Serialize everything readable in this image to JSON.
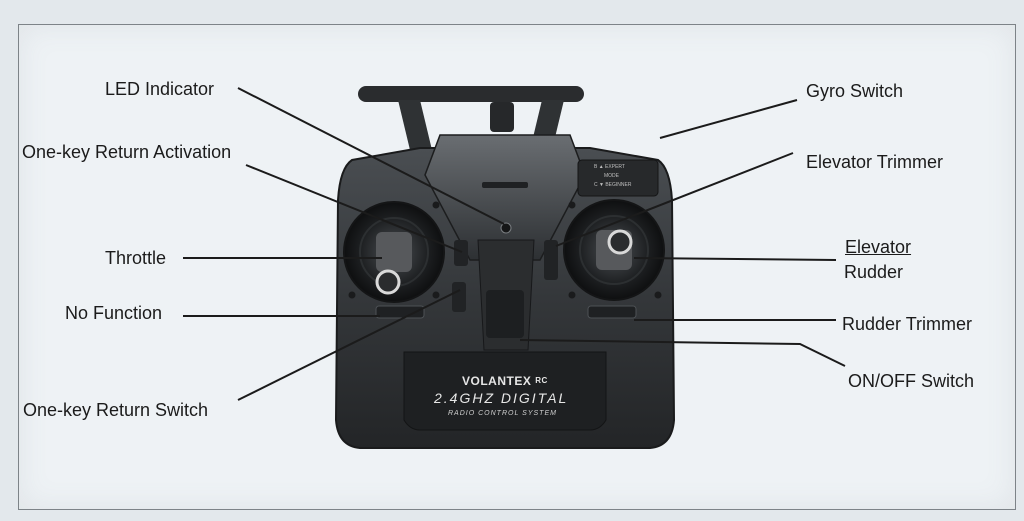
{
  "labels": {
    "led_indicator": "LED Indicator",
    "one_key_return_activation": "One-key Return Activation",
    "throttle": "Throttle",
    "no_function": "No Function",
    "one_key_return_switch": "One-key Return Switch",
    "gyro_switch": "Gyro Switch",
    "elevator_trimmer": "Elevator Trimmer",
    "elevator": "Elevator",
    "rudder": "Rudder",
    "rudder_trimmer": "Rudder Trimmer",
    "on_off_switch": "ON/OFF Switch"
  },
  "transmitter": {
    "brand": "VOLANTEX",
    "brand_suffix": "RC",
    "frequency": "2.4GHZ DIGITAL",
    "system": "RADIO CONTROL SYSTEM",
    "mode_line_1": "B ▲ EXPERT",
    "mode_line_2": "MODE",
    "mode_line_3": "C ▼ BEGINNER"
  },
  "colors": {
    "body": "#3a3d40",
    "body_dark": "#1f2123",
    "body_light": "#5a5e62",
    "leader_line": "#1b1b1b",
    "background": "#eef2f5"
  }
}
